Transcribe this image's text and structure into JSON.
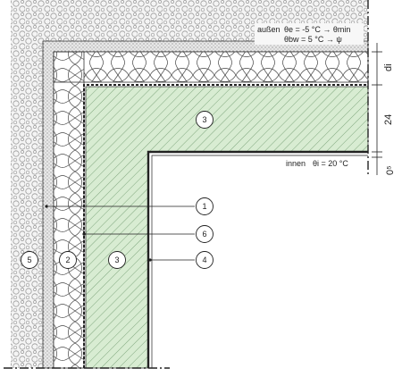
{
  "outside": {
    "label": "außen",
    "line1": "θe  =  -5 °C → θmin",
    "line2": "θbw  =  5 °C → ψ"
  },
  "inside": {
    "label": "innen",
    "temp": "θi = 20 °C"
  },
  "dimensions": {
    "d1": "di",
    "d2": "24",
    "d3": "0⁵"
  },
  "callouts": [
    "1",
    "6",
    "4",
    "3",
    "5",
    "2",
    "3"
  ],
  "colors": {
    "concrete": "#d8ecd2",
    "hatch": "#5a8a5a",
    "line": "#222222"
  }
}
